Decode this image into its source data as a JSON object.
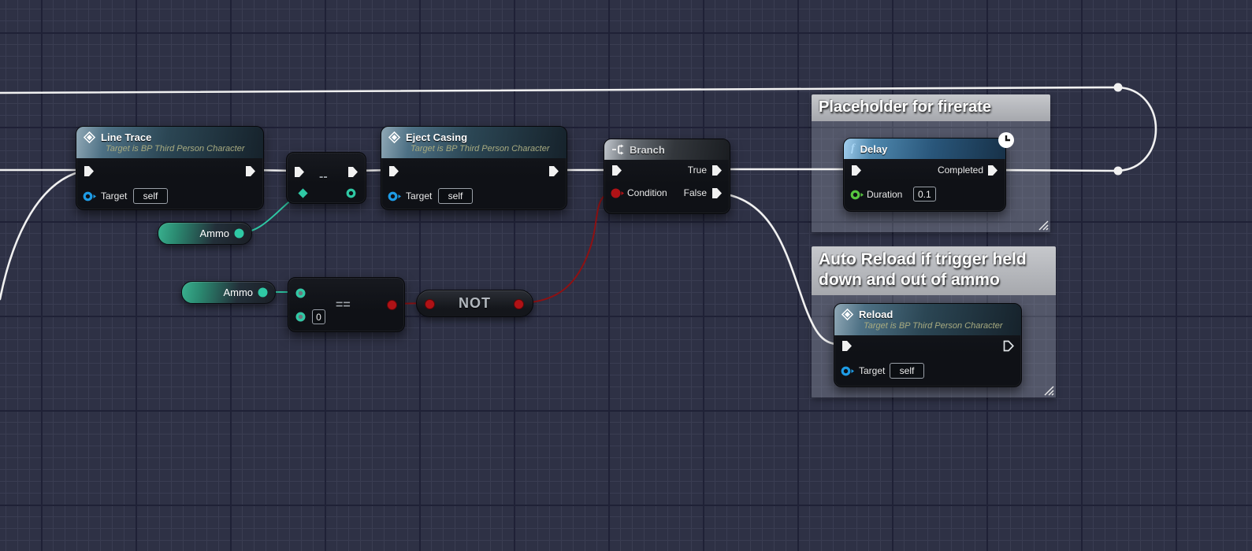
{
  "colors": {
    "exec": "#f1f1f1",
    "teal": "#2fc9a5",
    "red-wire": "#8e1113",
    "red-pin": "#b01216",
    "blue-pin": "#1e9ce6",
    "green-pin": "#57c63f",
    "grid-bg": "#2e3145"
  },
  "comments": [
    {
      "title": "Placeholder for firerate"
    },
    {
      "title": "Auto Reload if trigger held down and out of ammo"
    }
  ],
  "nodes": {
    "line_trace": {
      "title": "Line Trace",
      "subtitle": "Target is BP Third Person Character",
      "target_label": "Target",
      "target_value": "self"
    },
    "decrement": {
      "symbol": "--"
    },
    "eject_casing": {
      "title": "Eject Casing",
      "subtitle": "Target is BP Third Person Character",
      "target_label": "Target",
      "target_value": "self"
    },
    "branch": {
      "title": "Branch",
      "condition_label": "Condition",
      "true_label": "True",
      "false_label": "False"
    },
    "delay": {
      "title": "Delay",
      "completed_label": "Completed",
      "duration_label": "Duration",
      "duration_value": "0.1"
    },
    "reload": {
      "title": "Reload",
      "subtitle": "Target is BP Third Person Character",
      "target_label": "Target",
      "target_value": "self"
    },
    "ammo_getter_1": {
      "label": "Ammo"
    },
    "ammo_getter_2": {
      "label": "Ammo"
    },
    "equals": {
      "symbol": "==",
      "compare_value": "0"
    },
    "not": {
      "label": "NOT"
    }
  }
}
